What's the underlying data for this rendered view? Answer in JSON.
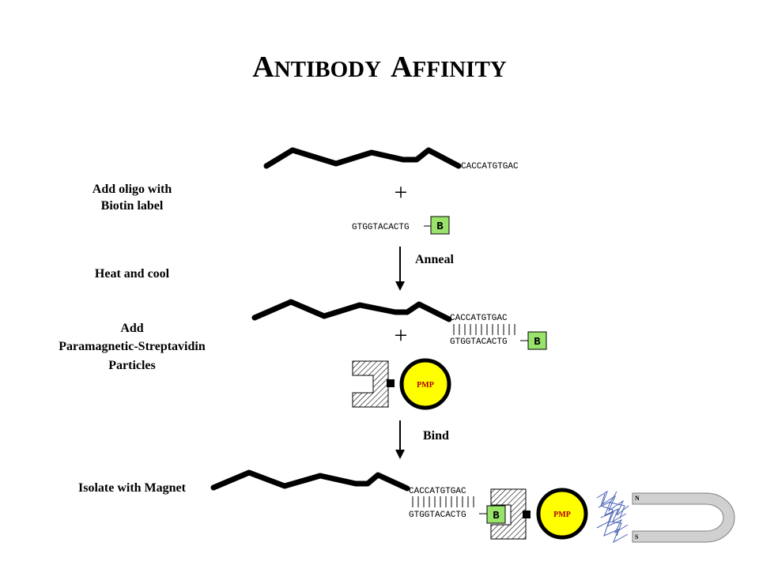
{
  "title": {
    "cap1": "A",
    "rest1": "NTIBODY",
    "cap2": "A",
    "rest2": "FFINITY"
  },
  "steps": {
    "add_oligo_line1": "Add oligo with",
    "add_oligo_line2": "Biotin label",
    "heat_cool": "Heat and cool",
    "add_pmp_line1": "Add",
    "add_pmp_line2": "Paramagnetic-Streptavidin",
    "add_pmp_line3": "Particles",
    "isolate": "Isolate with Magnet"
  },
  "arrows": {
    "anneal": "Anneal",
    "bind": "Bind"
  },
  "sequences": {
    "top_strand": "CACCATGTGAC",
    "probe_strand": "GTGGTACACTG"
  },
  "symbols": {
    "plus": "+",
    "biotin": "B",
    "pmp": "PMP",
    "north": "N",
    "south": "S"
  },
  "colors": {
    "biotin_fill": "#99e36b",
    "pmp_fill": "#ffff00",
    "pmp_text": "#b00000",
    "magnet_fill": "#d0d0d0"
  }
}
